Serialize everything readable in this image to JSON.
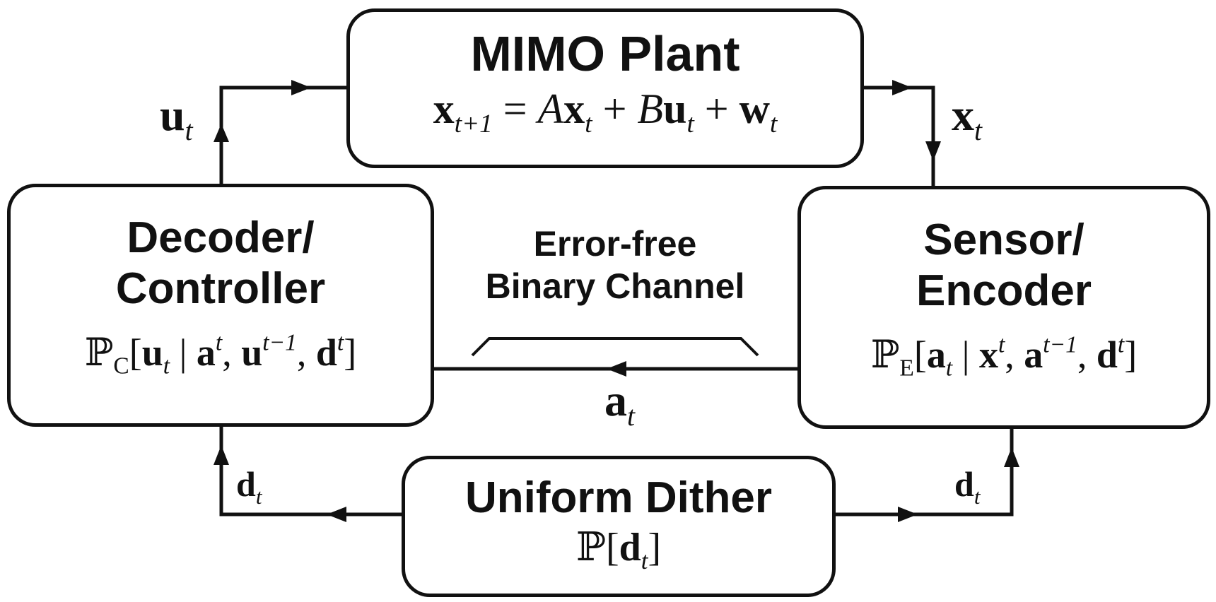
{
  "plant": {
    "title": "MIMO Plant",
    "equation": {
      "lhs_var": "x",
      "lhs_sub": "t+1",
      "eq": " = ",
      "term1_coef": "A",
      "term1_var": "x",
      "term1_sub": "t",
      "plus1": " + ",
      "term2_coef": "B",
      "term2_var": "u",
      "term2_sub": "t",
      "plus2": " + ",
      "term3_var": "w",
      "term3_sub": "t"
    }
  },
  "controller": {
    "title_line1": "Decoder/",
    "title_line2": "Controller",
    "dist": "ℙ",
    "dist_sub": "C",
    "open": "[",
    "var": "u",
    "var_sub": "t",
    "bar": " | ",
    "c1": "a",
    "c1_sup": "t",
    "comma1": ", ",
    "c2": "u",
    "c2_sup": "t−1",
    "comma2": ", ",
    "c3": "d",
    "c3_sup": "t",
    "close": "]"
  },
  "encoder": {
    "title_line1": "Sensor/",
    "title_line2": "Encoder",
    "dist": "ℙ",
    "dist_sub": "E",
    "open": "[",
    "var": "a",
    "var_sub": "t",
    "bar": " | ",
    "c1": "x",
    "c1_sup": "t",
    "comma1": ", ",
    "c2": "a",
    "c2_sup": "t−1",
    "comma2": ", ",
    "c3": "d",
    "c3_sup": "t",
    "close": "]"
  },
  "dither": {
    "title": "Uniform Dither",
    "dist": "ℙ",
    "open": "[",
    "var": "d",
    "var_sub": "t",
    "close": "]"
  },
  "channel": {
    "line1": "Error-free",
    "line2": "Binary Channel"
  },
  "signals": {
    "u": {
      "var": "u",
      "sub": "t"
    },
    "x": {
      "var": "x",
      "sub": "t"
    },
    "a": {
      "var": "a",
      "sub": "t"
    },
    "d_left": {
      "var": "d",
      "sub": "t"
    },
    "d_right": {
      "var": "d",
      "sub": "t"
    }
  },
  "colors": {
    "stroke": "#111111",
    "background": "#ffffff"
  }
}
